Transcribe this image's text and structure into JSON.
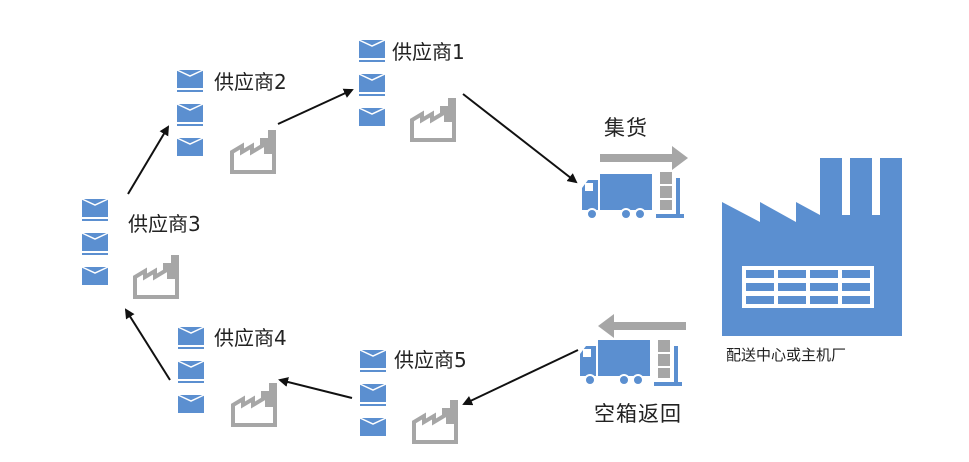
{
  "suppliers": [
    {
      "id": "s1",
      "label": "供应商1"
    },
    {
      "id": "s2",
      "label": "供应商2"
    },
    {
      "id": "s3",
      "label": "供应商3"
    },
    {
      "id": "s4",
      "label": "供应商4"
    },
    {
      "id": "s5",
      "label": "供应商5"
    }
  ],
  "flows": {
    "collect": "集货",
    "return_empty": "空箱返回"
  },
  "center": {
    "label": "配送中心或主机厂"
  },
  "colors": {
    "box_blue": "#5b8fd0",
    "factory_blue": "#5b8fd0",
    "factory_gray": "#a6a6a6",
    "arrow_gray": "#a6a6a6",
    "arrow_black": "#111111",
    "text": "#222222"
  }
}
